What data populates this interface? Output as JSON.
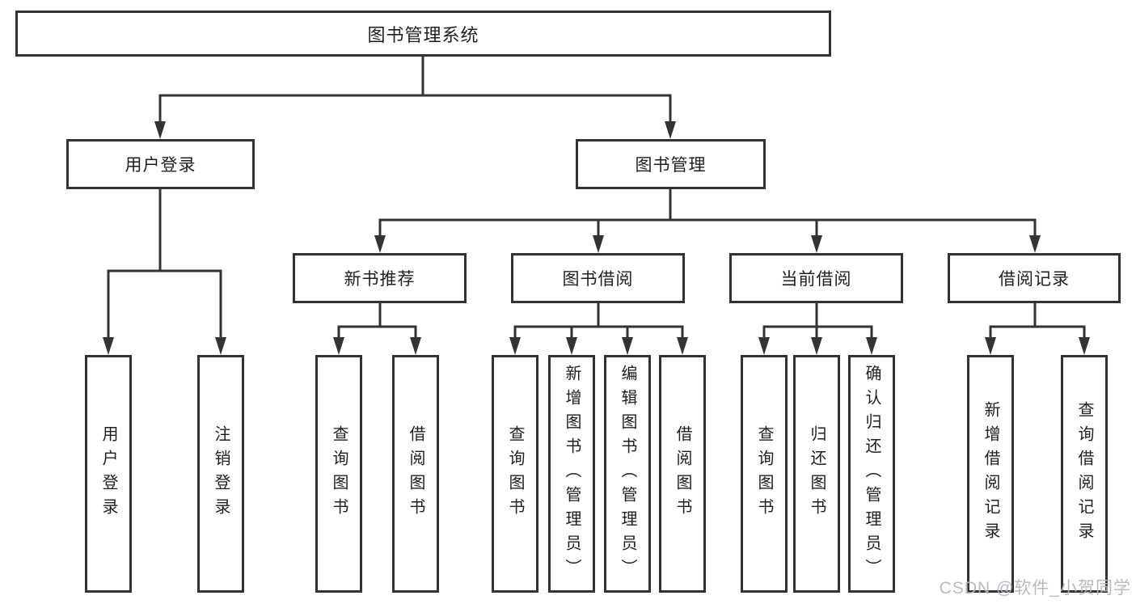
{
  "tree": {
    "label": "图书管理系统",
    "children": [
      {
        "label": "用户登录",
        "children": [
          {
            "label": "用户登录"
          },
          {
            "label": "注销登录"
          }
        ]
      },
      {
        "label": "图书管理",
        "children": [
          {
            "label": "新书推荐",
            "children": [
              {
                "label": "查询图书"
              },
              {
                "label": "借阅图书"
              }
            ]
          },
          {
            "label": "图书借阅",
            "children": [
              {
                "label": "查询图书"
              },
              {
                "label": "新增图书（管理员）"
              },
              {
                "label": "编辑图书（管理员）"
              },
              {
                "label": "借阅图书"
              }
            ]
          },
          {
            "label": "当前借阅",
            "children": [
              {
                "label": "查询图书"
              },
              {
                "label": "归还图书"
              },
              {
                "label": "确认归还（管理员）"
              }
            ]
          },
          {
            "label": "借阅记录",
            "children": [
              {
                "label": "新增借阅记录"
              },
              {
                "label": "查询借阅记录"
              }
            ]
          }
        ]
      }
    ]
  },
  "watermark": {
    "text": "CSDN @软件_小贺同学"
  },
  "colors": {
    "line": "#333333",
    "ink": "#1f1f1f",
    "background": "#ffffff",
    "watermark": "#b4b8be"
  }
}
